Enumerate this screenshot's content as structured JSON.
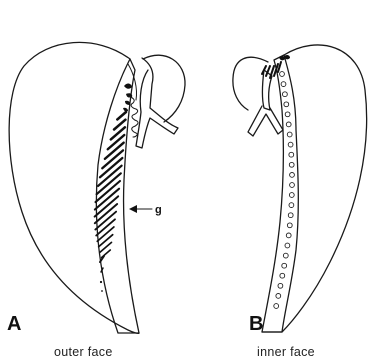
{
  "panels": [
    {
      "letter": "A",
      "caption": "outer face"
    },
    {
      "letter": "B",
      "caption": "inner face"
    }
  ],
  "callout": {
    "label": "g"
  }
}
